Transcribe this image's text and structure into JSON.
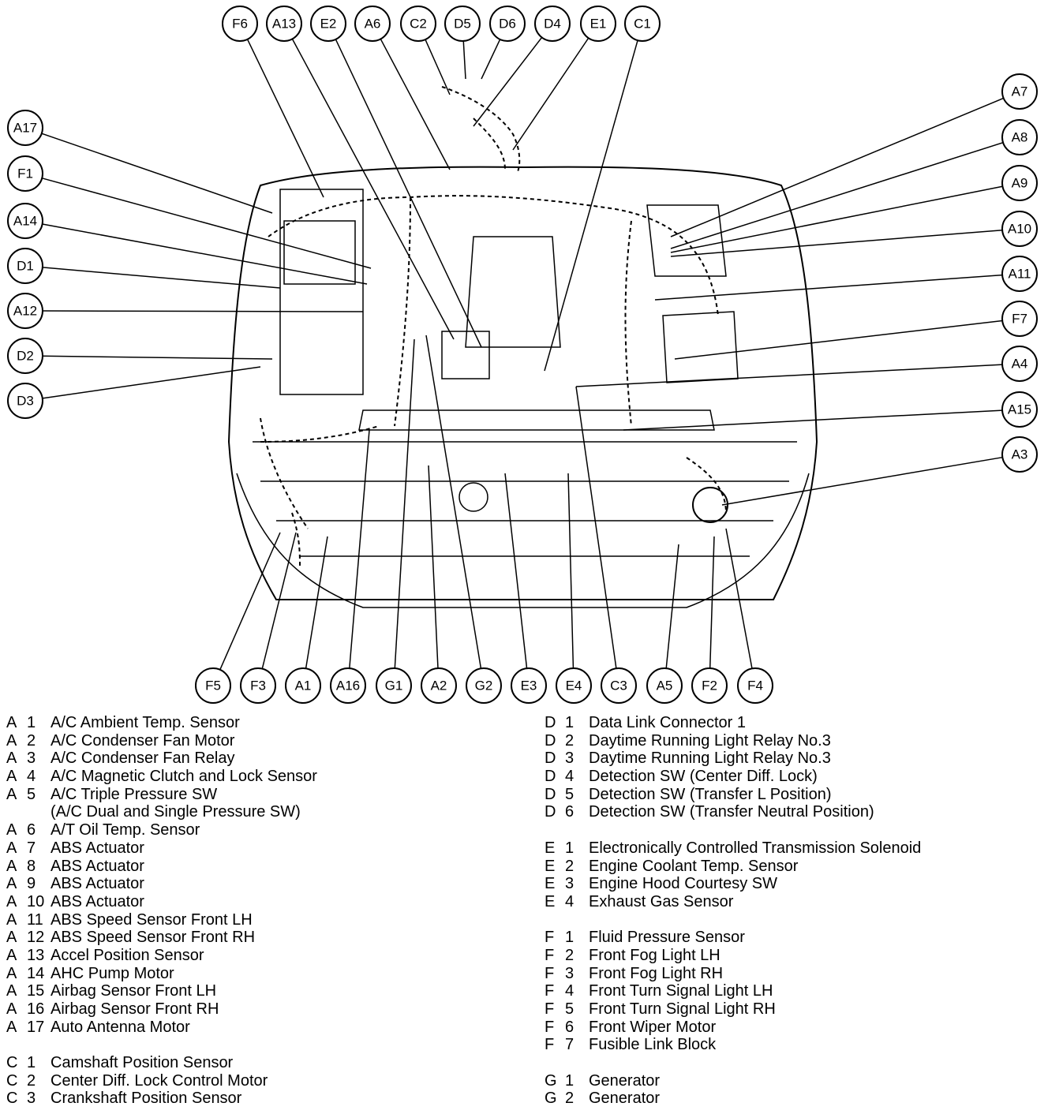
{
  "callouts": {
    "top": [
      "F6",
      "A13",
      "E2",
      "A6",
      "C2",
      "D5",
      "D6",
      "D4",
      "E1",
      "C1"
    ],
    "left": [
      "A17",
      "F1",
      "A14",
      "D1",
      "A12",
      "D2",
      "D3"
    ],
    "right": [
      "A7",
      "A8",
      "A9",
      "A10",
      "A11",
      "F7",
      "A4",
      "A15",
      "A3"
    ],
    "bottom": [
      "F5",
      "F3",
      "A1",
      "A16",
      "G1",
      "A2",
      "G2",
      "E3",
      "E4",
      "C3",
      "A5",
      "F2",
      "F4"
    ]
  },
  "legend_left": [
    {
      "letter": "A",
      "num": "1",
      "desc": "A/C Ambient Temp. Sensor"
    },
    {
      "letter": "A",
      "num": "2",
      "desc": "A/C Condenser Fan Motor"
    },
    {
      "letter": "A",
      "num": "3",
      "desc": "A/C Condenser Fan Relay"
    },
    {
      "letter": "A",
      "num": "4",
      "desc": "A/C Magnetic Clutch and Lock Sensor"
    },
    {
      "letter": "A",
      "num": "5",
      "desc": "A/C Triple Pressure SW"
    },
    {
      "letter": "",
      "num": "",
      "desc": "(A/C Dual and Single Pressure SW)"
    },
    {
      "letter": "A",
      "num": "6",
      "desc": "A/T Oil Temp. Sensor"
    },
    {
      "letter": "A",
      "num": "7",
      "desc": "ABS Actuator"
    },
    {
      "letter": "A",
      "num": "8",
      "desc": "ABS Actuator"
    },
    {
      "letter": "A",
      "num": "9",
      "desc": "ABS Actuator"
    },
    {
      "letter": "A",
      "num": "10",
      "desc": "ABS Actuator"
    },
    {
      "letter": "A",
      "num": "11",
      "desc": "ABS Speed Sensor Front LH"
    },
    {
      "letter": "A",
      "num": "12",
      "desc": "ABS Speed Sensor Front RH"
    },
    {
      "letter": "A",
      "num": "13",
      "desc": "Accel Position Sensor"
    },
    {
      "letter": "A",
      "num": "14",
      "desc": "AHC Pump Motor"
    },
    {
      "letter": "A",
      "num": "15",
      "desc": "Airbag Sensor Front LH"
    },
    {
      "letter": "A",
      "num": "16",
      "desc": "Airbag Sensor Front RH"
    },
    {
      "letter": "A",
      "num": "17",
      "desc": "Auto Antenna Motor"
    },
    {
      "letter": "C",
      "num": "1",
      "desc": "Camshaft Position Sensor",
      "gap": true
    },
    {
      "letter": "C",
      "num": "2",
      "desc": "Center Diff. Lock Control Motor"
    },
    {
      "letter": "C",
      "num": "3",
      "desc": "Crankshaft Position Sensor"
    }
  ],
  "legend_right": [
    {
      "letter": "D",
      "num": "1",
      "desc": "Data Link Connector 1"
    },
    {
      "letter": "D",
      "num": "2",
      "desc": "Daytime Running Light Relay No.3"
    },
    {
      "letter": "D",
      "num": "3",
      "desc": "Daytime Running Light Relay No.3"
    },
    {
      "letter": "D",
      "num": "4",
      "desc": "Detection SW (Center Diff. Lock)"
    },
    {
      "letter": "D",
      "num": "5",
      "desc": "Detection SW (Transfer L Position)"
    },
    {
      "letter": "D",
      "num": "6",
      "desc": "Detection SW (Transfer Neutral Position)"
    },
    {
      "letter": "E",
      "num": "1",
      "desc": "Electronically Controlled Transmission Solenoid",
      "gap": true
    },
    {
      "letter": "E",
      "num": "2",
      "desc": "Engine Coolant Temp. Sensor"
    },
    {
      "letter": "E",
      "num": "3",
      "desc": "Engine Hood Courtesy SW"
    },
    {
      "letter": "E",
      "num": "4",
      "desc": "Exhaust Gas Sensor"
    },
    {
      "letter": "F",
      "num": "1",
      "desc": "Fluid Pressure Sensor",
      "gap": true
    },
    {
      "letter": "F",
      "num": "2",
      "desc": "Front Fog Light LH"
    },
    {
      "letter": "F",
      "num": "3",
      "desc": "Front Fog Light RH"
    },
    {
      "letter": "F",
      "num": "4",
      "desc": "Front Turn Signal Light LH"
    },
    {
      "letter": "F",
      "num": "5",
      "desc": "Front Turn Signal Light RH"
    },
    {
      "letter": "F",
      "num": "6",
      "desc": "Front Wiper Motor"
    },
    {
      "letter": "F",
      "num": "7",
      "desc": "Fusible Link Block"
    },
    {
      "letter": "G",
      "num": "1",
      "desc": "Generator",
      "gap": true
    },
    {
      "letter": "G",
      "num": "2",
      "desc": "Generator"
    }
  ]
}
